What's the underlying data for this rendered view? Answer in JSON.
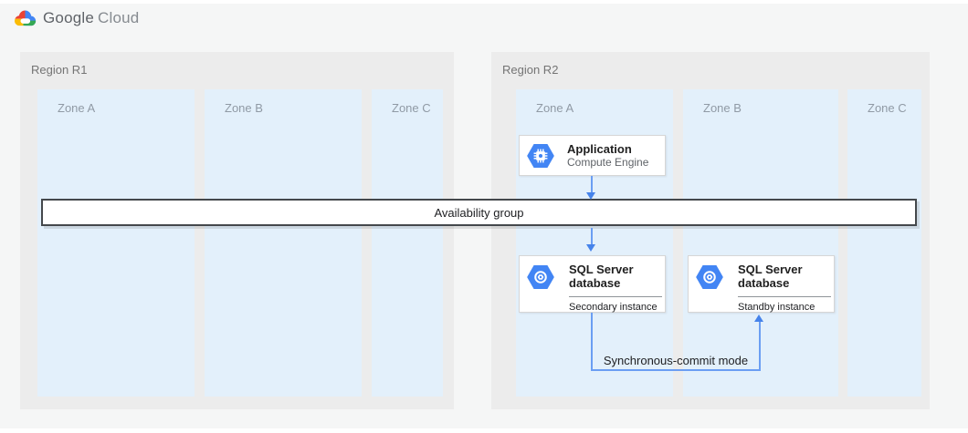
{
  "header": {
    "logo_google": "Google",
    "logo_cloud": "Cloud"
  },
  "regions": [
    {
      "label": "Region R1",
      "zones": [
        "Zone A",
        "Zone B",
        "Zone C"
      ]
    },
    {
      "label": "Region R2",
      "zones": [
        "Zone A",
        "Zone B",
        "Zone C"
      ]
    }
  ],
  "nodes": {
    "application": {
      "title": "Application",
      "subtitle": "Compute Engine",
      "icon": "compute-engine-icon"
    },
    "sql_secondary": {
      "title": "SQL Server database",
      "instance_label": "Secondary instance",
      "icon": "sql-server-database-icon"
    },
    "sql_standby": {
      "title": "SQL Server database",
      "instance_label": "Standby instance",
      "icon": "sql-server-database-icon"
    }
  },
  "connectors": {
    "availability_group_label": "Availability group",
    "sync_label": "Synchronous-commit mode"
  },
  "colors": {
    "accent_blue": "#4285f4",
    "arrow_line": "#6b9ef3",
    "arrow_head": "#4683ea",
    "zone_fill": "#e3f0fb",
    "region_fill": "#ececec",
    "logo_red": "#ea4335",
    "logo_yellow": "#fbbc05",
    "logo_green": "#34a853",
    "logo_blue": "#4285f4"
  }
}
